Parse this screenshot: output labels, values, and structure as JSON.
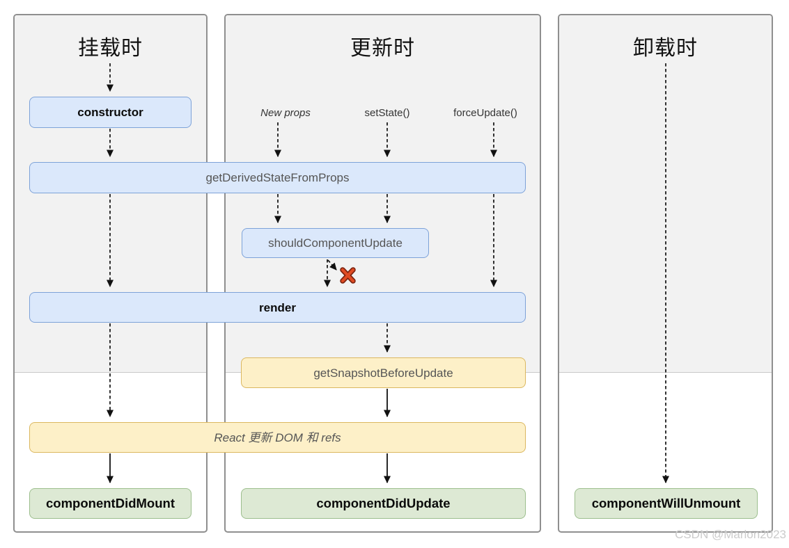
{
  "columns": [
    {
      "header": "挂载时"
    },
    {
      "header": "更新时"
    },
    {
      "header": "卸载时"
    }
  ],
  "triggers": [
    {
      "label": "New props"
    },
    {
      "label": "setState()"
    },
    {
      "label": "forceUpdate()"
    }
  ],
  "boxes": {
    "constructor": "constructor",
    "get_derived_state_from_props": "getDerivedStateFromProps",
    "should_component_update": "shouldComponentUpdate",
    "render": "render",
    "get_snapshot_before_update": "getSnapshotBeforeUpdate",
    "react_updates_dom": "React 更新 DOM 和 refs",
    "component_did_mount": "componentDidMount",
    "component_did_update": "componentDidUpdate",
    "component_will_unmount": "componentWillUnmount"
  },
  "watermark": "CSDN @Marlon2023",
  "colors": {
    "box_blue_fill": "#dbe8fb",
    "box_blue_border": "#7da2d8",
    "box_yellow_fill": "#fdf0c8",
    "box_yellow_border": "#dbb75f",
    "box_green_fill": "#dde9d4",
    "box_green_border": "#9cbe8d",
    "panel_gray": "#f2f2f2",
    "column_border": "#8f8f8f",
    "divider": "#c9c9c9",
    "gray_text": "#555555",
    "cross_red": "#e04b23"
  }
}
